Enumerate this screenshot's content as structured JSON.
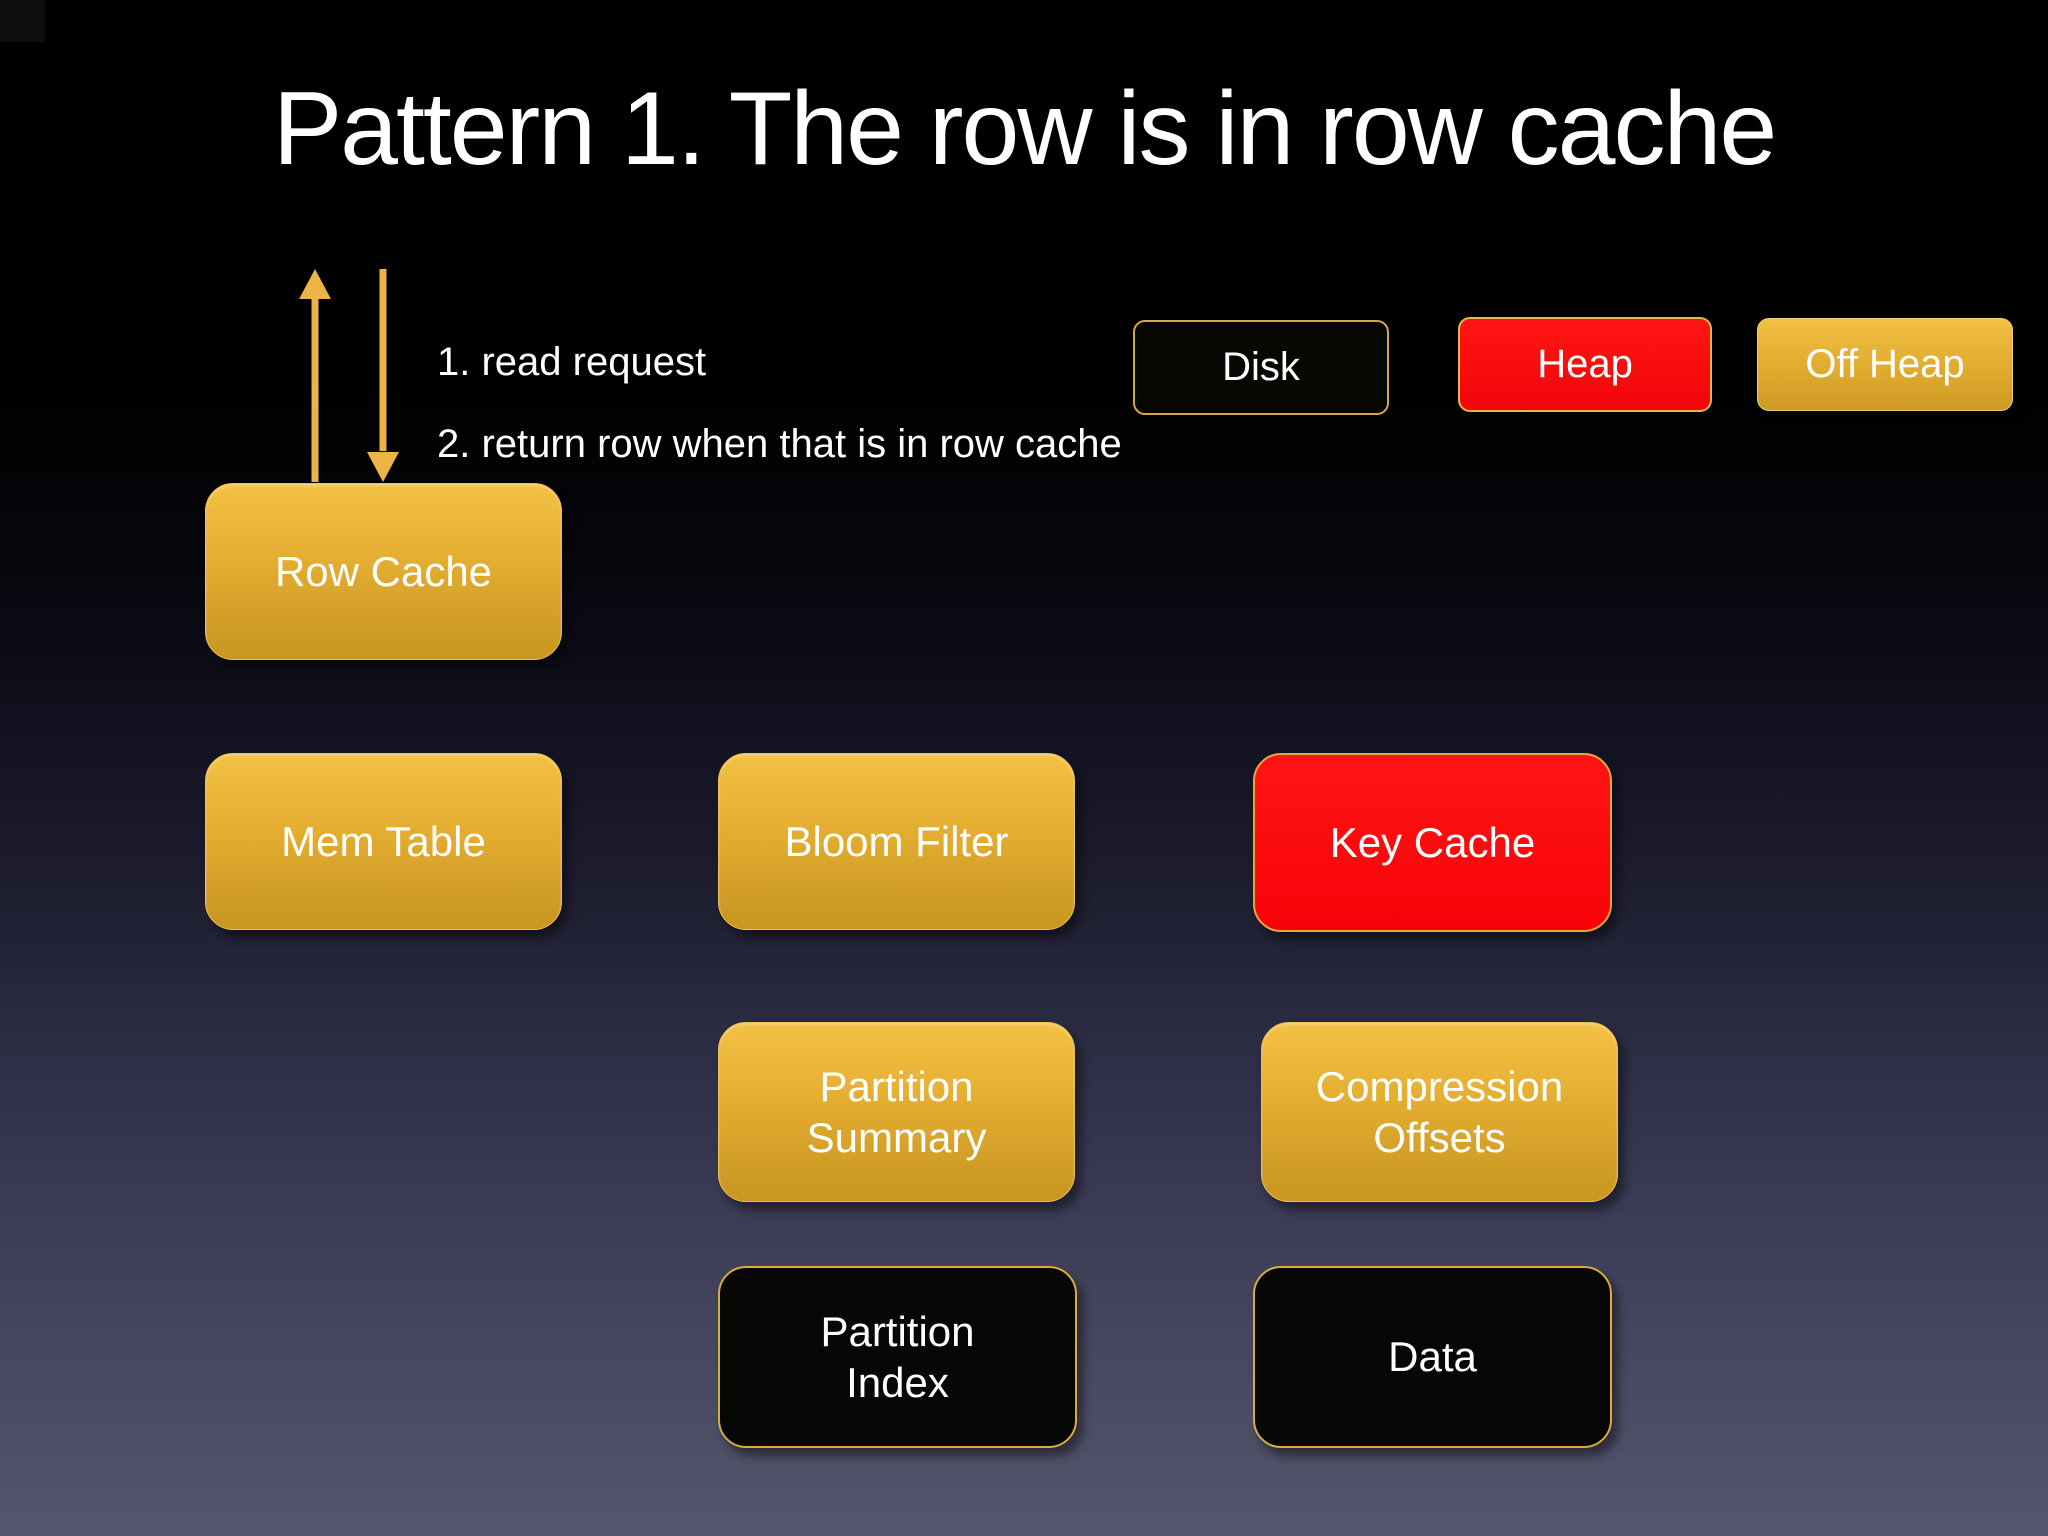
{
  "slide": {
    "title": "Pattern 1. The row is in row cache",
    "annotations": {
      "line1": "1. read request",
      "line2": "2. return row when that is in row cache"
    },
    "legend": {
      "disk": "Disk",
      "heap": "Heap",
      "off_heap": "Off Heap"
    },
    "boxes": {
      "row_cache": "Row Cache",
      "mem_table": "Mem Table",
      "bloom_filter": "Bloom Filter",
      "key_cache": "Key Cache",
      "partition_summary": "Partition\nSummary",
      "compression_offsets": "Compression\nOffsets",
      "partition_index": "Partition\nIndex",
      "data": "Data"
    },
    "colors": {
      "gold_top": "#f4c145",
      "gold_bottom": "#c9961f",
      "red": "#fa0b10",
      "black_box": "#070705",
      "gold_border": "#d9ac40",
      "arrow": "#ecb447",
      "background_top": "#000000",
      "background_bottom": "#55556e",
      "text": "#ffffff"
    }
  }
}
